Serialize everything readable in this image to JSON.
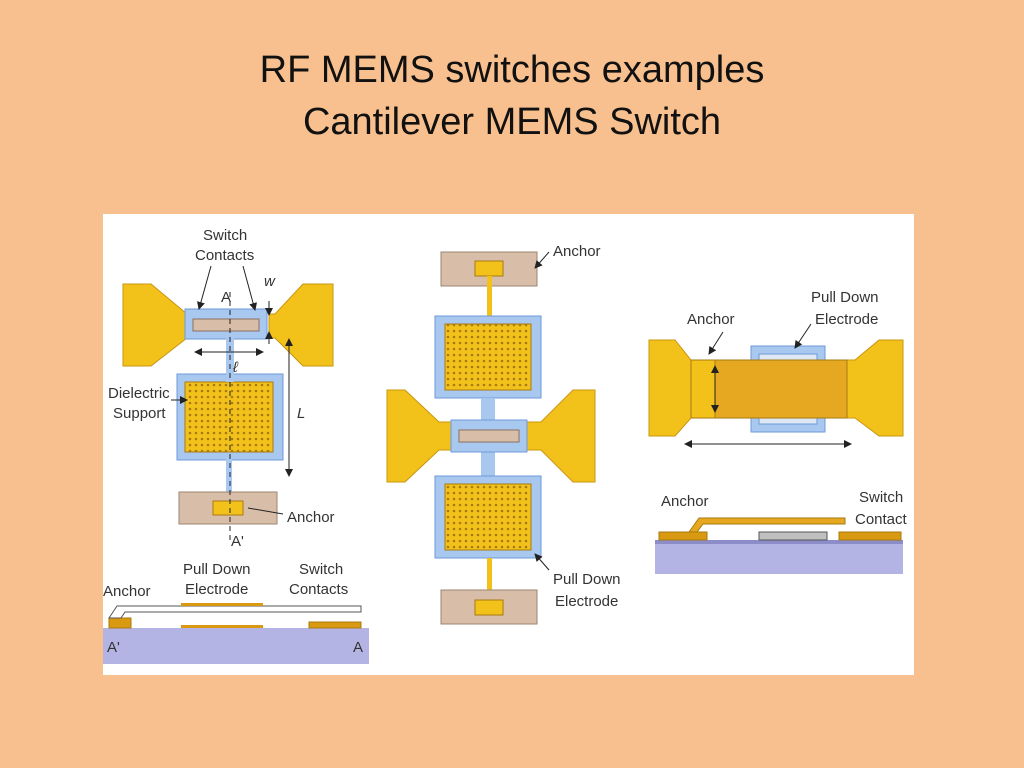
{
  "title": {
    "line1": "RF MEMS switches examples",
    "line2": "Cantilever MEMS Switch"
  },
  "figure": {
    "panel_left": {
      "switch_contacts_top": [
        "Switch",
        "Contacts"
      ],
      "mark_A": "A",
      "mark_w": "w",
      "mark_l": "ℓ",
      "mark_L": "L",
      "dielectric_support": [
        "Dielectric",
        "Support"
      ],
      "anchor": "Anchor",
      "mark_A_prime": "A'"
    },
    "panel_left_section": {
      "anchor": "Anchor",
      "pull_down_electrode": [
        "Pull Down",
        "Electrode"
      ],
      "switch_contacts": [
        "Switch",
        "Contacts"
      ],
      "mark_A_prime": "A'",
      "mark_A": "A"
    },
    "panel_middle": {
      "anchor": "Anchor",
      "pull_down_electrode": [
        "Pull Down",
        "Electrode"
      ]
    },
    "panel_right": {
      "anchor": "Anchor",
      "pull_down_electrode": [
        "Pull Down",
        "Electrode"
      ]
    },
    "panel_right_section": {
      "anchor": "Anchor",
      "switch_contact": [
        "Switch",
        "Contact"
      ]
    },
    "colors": {
      "gold": "#f2c21b",
      "gold_dark": "#d99a12",
      "tan": "#d8bea8",
      "blue": "#a8c8f0",
      "substrate": "#b4b4e4"
    }
  }
}
